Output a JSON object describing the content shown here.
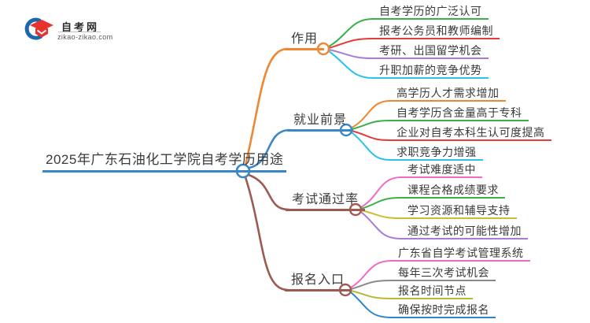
{
  "logo": {
    "title": "自考网",
    "domain": "zikao-zikao.com"
  },
  "central": {
    "label": "2025年广东石油化工学院自考学历用途",
    "color": "#3a87c6"
  },
  "branches": [
    {
      "label": "作用",
      "color": "#ef8632",
      "items": [
        {
          "label": "自考学历的广泛认可",
          "color": "#3cb04a"
        },
        {
          "label": "报考公务员和教师编制",
          "color": "#e23c3c"
        },
        {
          "label": "考研、出国留学机会",
          "color": "#a87cd4"
        },
        {
          "label": "升职加薪的竞争优势",
          "color": "#29c4e8"
        }
      ]
    },
    {
      "label": "就业前景",
      "color": "#3a87c6",
      "items": [
        {
          "label": "高学历人才需求增加",
          "color": "#ef8632"
        },
        {
          "label": "自考学历含金量高于专科",
          "color": "#3cb04a"
        },
        {
          "label": "企业对自考本科生认可度提高",
          "color": "#e23c3c"
        },
        {
          "label": "求职竞争力增强",
          "color": "#29c4e8"
        }
      ]
    },
    {
      "label": "考试通过率",
      "color": "#9c5a50",
      "items": [
        {
          "label": "考试难度适中",
          "color": "#f06cc4"
        },
        {
          "label": "课程合格成绩要求",
          "color": "#3cb04a"
        },
        {
          "label": "学习资源和辅导支持",
          "color": "#c8c030"
        },
        {
          "label": "通过考试的可能性增加",
          "color": "#a87cd4"
        }
      ]
    },
    {
      "label": "报名入口",
      "color": "#9c5a50",
      "items": [
        {
          "label": "广东省自学考试管理系统",
          "color": "#f06cc4"
        },
        {
          "label": "每年三次考试机会",
          "color": "#8a8a8a"
        },
        {
          "label": "报名时间节点",
          "color": "#b8b832"
        },
        {
          "label": "确保按时完成报名",
          "color": "#2e86c8"
        }
      ]
    }
  ]
}
